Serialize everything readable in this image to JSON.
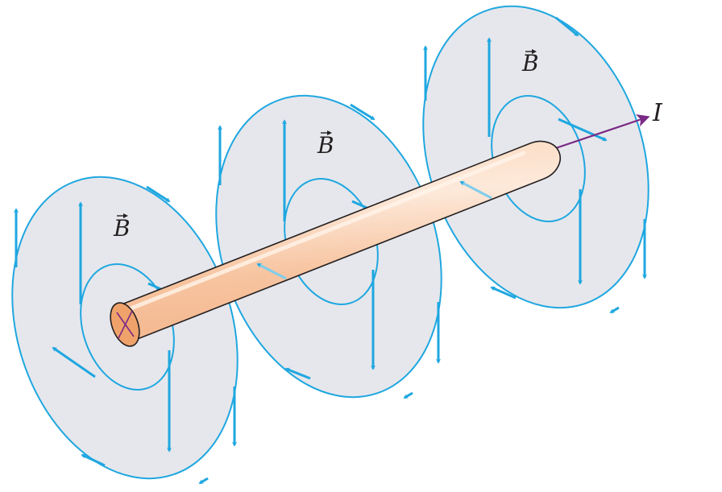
{
  "labels": {
    "field_1": "B",
    "field_2": "B",
    "field_3": "B",
    "current": "I"
  },
  "colors": {
    "background": "#ffffff",
    "disk_fill": "#e6e7ec",
    "field_line": "#1fa7e0",
    "wire_body": "#f9cdaa",
    "wire_highlight": "#fde6d3",
    "wire_outline": "#231f20",
    "wire_end": "#f0a26b",
    "current_arrow": "#7a2a85",
    "label_text": "#231f20"
  }
}
